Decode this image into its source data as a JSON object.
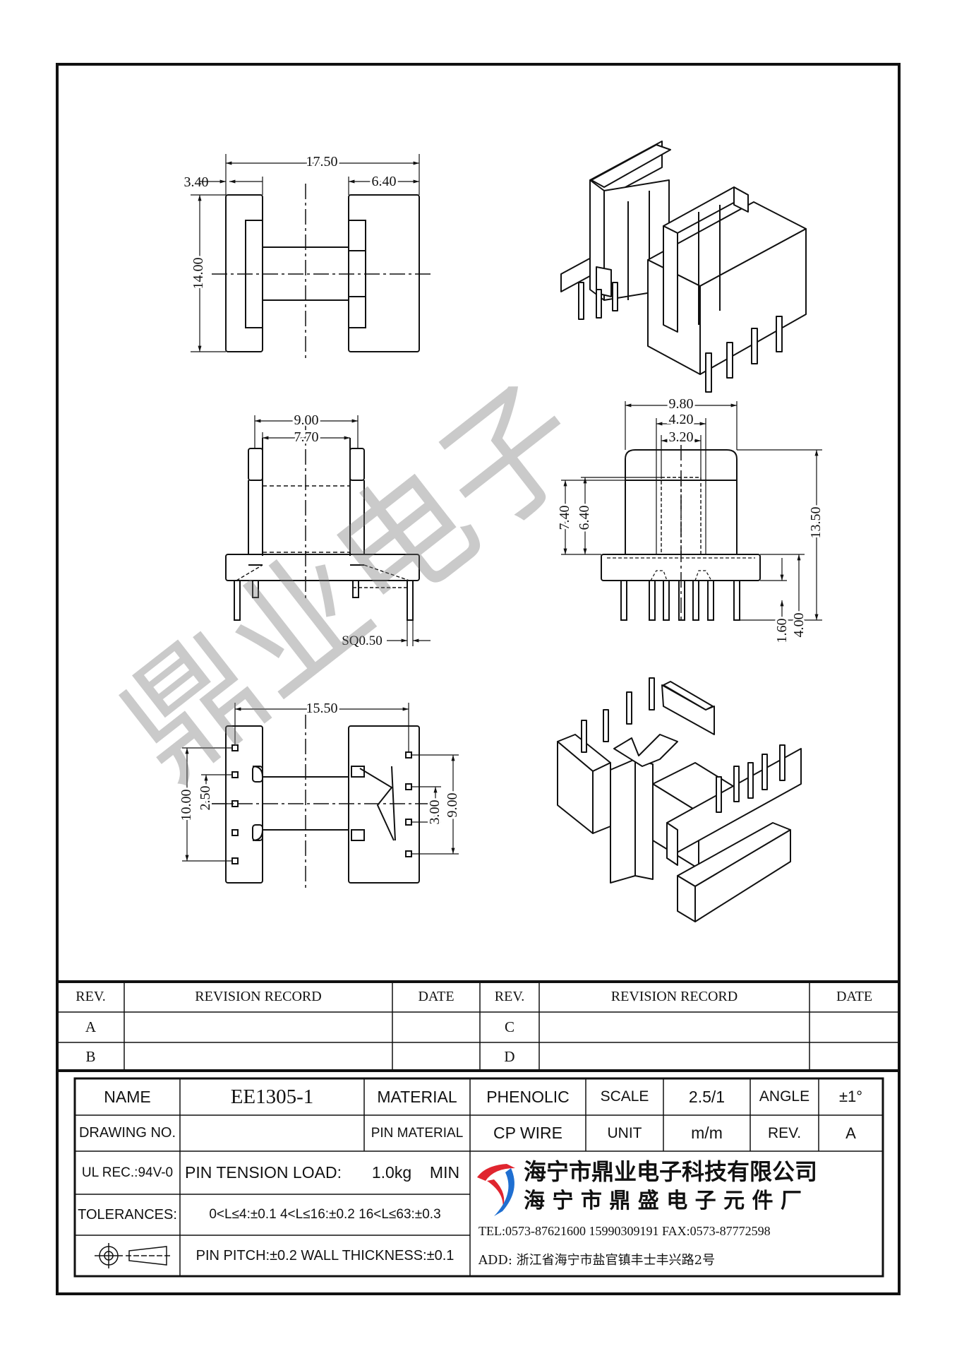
{
  "drawing": {
    "dims_top": {
      "overall_width": "17.50",
      "left_flange": "3.40",
      "right_flange": "6.40",
      "height": "14.00"
    },
    "dims_front": {
      "outer_width": "9.00",
      "inner_width": "7.70",
      "pin_size": "SQ0.50"
    },
    "dims_side": {
      "overall_width": "9.80",
      "middle_width": "4.20",
      "inner_width": "3.20",
      "window_outer": "7.40",
      "window_inner": "6.40",
      "overall_height": "13.50",
      "base_height": "4.00",
      "standoff": "1.60"
    },
    "dims_bottom": {
      "pin_row_span": "15.50",
      "left_pin_span": "10.00",
      "left_pin_pitch": "2.50",
      "right_pin_pitch": "3.00",
      "right_pin_span": "9.00"
    },
    "watermark": "鼎业电子"
  },
  "revision_table": {
    "headers": [
      "REV.",
      "REVISION RECORD",
      "DATE",
      "REV.",
      "REVISION RECORD",
      "DATE"
    ],
    "left_revs": [
      "A",
      "B"
    ],
    "right_revs": [
      "C",
      "D"
    ]
  },
  "title_block": {
    "name_label": "NAME",
    "name_value": "EE1305-1",
    "material_label": "MATERIAL",
    "material_value": "PHENOLIC",
    "scale_label": "SCALE",
    "scale_value": "2.5/1",
    "angle_label": "ANGLE",
    "angle_value": "±1°",
    "drawing_no_label": "DRAWING NO.",
    "pin_material_label": "PIN MATERIAL",
    "pin_material_value": "CP WIRE",
    "unit_label": "UNIT",
    "unit_value": "m/m",
    "rev_label": "REV.",
    "rev_value": "A",
    "ul_rec": "UL REC.:94V-0",
    "pin_tension_label": "PIN TENSION LOAD:",
    "pin_tension_value": "1.0kg",
    "pin_tension_suffix": "MIN",
    "tolerances_label": "TOLERANCES:",
    "tolerances_value": "0<L≤4:±0.1  4<L≤16:±0.2  16<L≤63:±0.3",
    "pin_pitch": "PIN PITCH:±0.2  WALL THICKNESS:±0.1",
    "company_1": "海宁市鼎业电子科技有限公司",
    "company_2": "海 宁 市 鼎 盛 电 子 元 件 厂",
    "tel": "TEL:0573-87621600 15990309191   FAX:0573-87772598",
    "address": "ADD: 浙江省海宁市盐官镇丰士丰兴路2号",
    "logo_colors": {
      "red": "#e0252f",
      "blue": "#1f6fd1"
    }
  }
}
